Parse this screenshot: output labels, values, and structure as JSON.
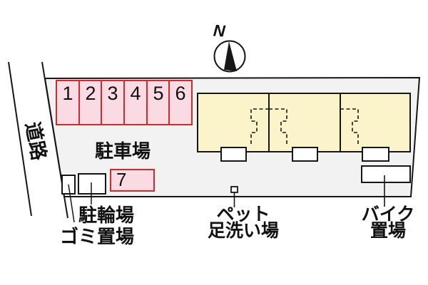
{
  "colors": {
    "plot_fill": "#f2f2f2",
    "parking_fill": "#fadbe3",
    "parking_border": "#d02a2a",
    "building_fill": "#fbf3c9",
    "line": "#161616"
  },
  "compass": {
    "north_label": "N"
  },
  "road": {
    "label": "道路"
  },
  "parking": {
    "area_label": "駐車場",
    "spaces": [
      "1",
      "2",
      "3",
      "4",
      "5",
      "6"
    ],
    "space7": "7"
  },
  "facilities": {
    "bicycle": "駐輪場",
    "garbage": "ゴミ置場",
    "pet_wash_line1": "ペット",
    "pet_wash_line2": "足洗い場",
    "bike_line1": "バイク",
    "bike_line2": "置場"
  }
}
